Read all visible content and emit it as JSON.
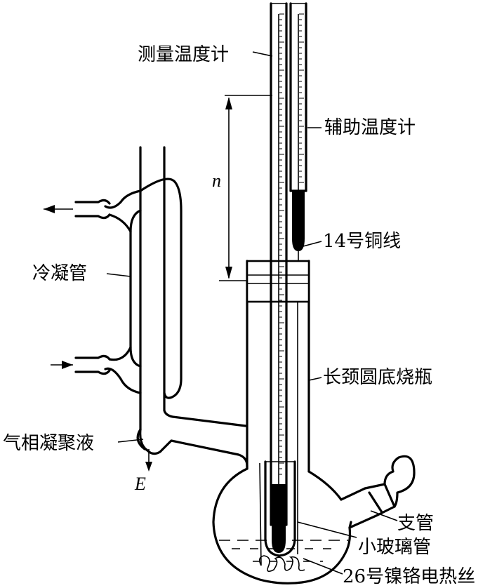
{
  "labels": {
    "measuring_thermometer": "测量温度计",
    "auxiliary_thermometer": "辅助温度计",
    "height_n": "n",
    "copper_wire": "14号铜线",
    "condenser": "冷凝管",
    "long_neck_flask": "长颈圆底烧瓶",
    "vapor_condensate": "气相凝聚液",
    "outlet_e": "E",
    "side_tube": "支管",
    "small_glass_tube": "小玻璃管",
    "heating_wire": "26号镍铬电热丝"
  }
}
